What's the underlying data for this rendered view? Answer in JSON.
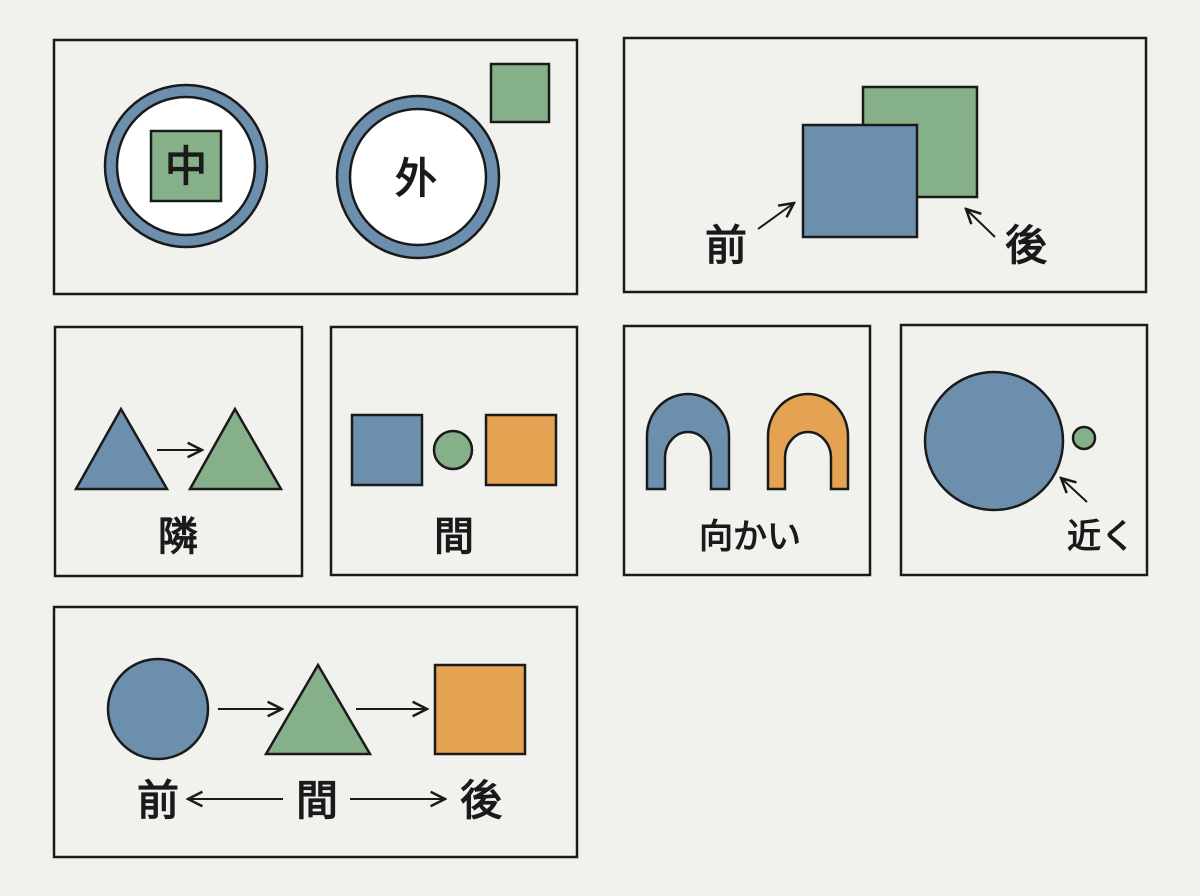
{
  "colors": {
    "background": "#f1f1ee",
    "border": "#1a1a1a",
    "blue": "#6d8fae",
    "green": "#86b08a",
    "orange": "#e5a252",
    "white": "#ffffff"
  },
  "panels": {
    "inside_outside": {
      "inside": "中",
      "outside": "外"
    },
    "front_back": {
      "front": "前",
      "back": "後"
    },
    "next_to": {
      "label": "隣"
    },
    "between": {
      "label": "間"
    },
    "facing": {
      "label": "向かい"
    },
    "near": {
      "label": "近く"
    },
    "sequence": {
      "front": "前",
      "between": "間",
      "back": "後"
    }
  }
}
